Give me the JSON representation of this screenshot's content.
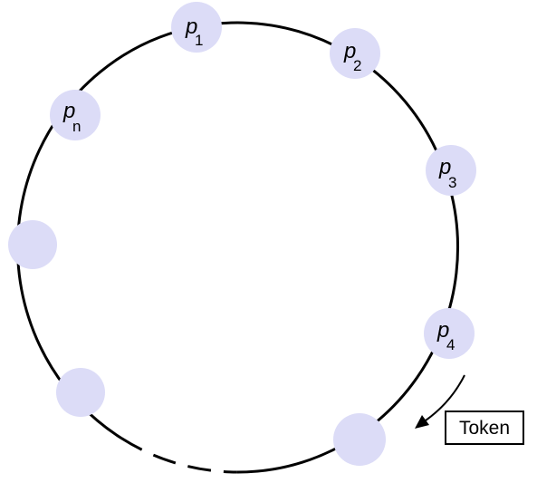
{
  "diagram": {
    "colors": {
      "node_fill": "#dcdcf7",
      "ring_stroke": "#000000",
      "token_box_stroke": "#000000"
    },
    "nodes": [
      {
        "id": "p1",
        "letter": "p",
        "subscript": "1"
      },
      {
        "id": "p2",
        "letter": "p",
        "subscript": "2"
      },
      {
        "id": "p3",
        "letter": "p",
        "subscript": "3"
      },
      {
        "id": "p4",
        "letter": "p",
        "subscript": "4"
      },
      {
        "id": "pn",
        "letter": "p",
        "subscript": "n"
      }
    ],
    "token_label": "Token"
  }
}
